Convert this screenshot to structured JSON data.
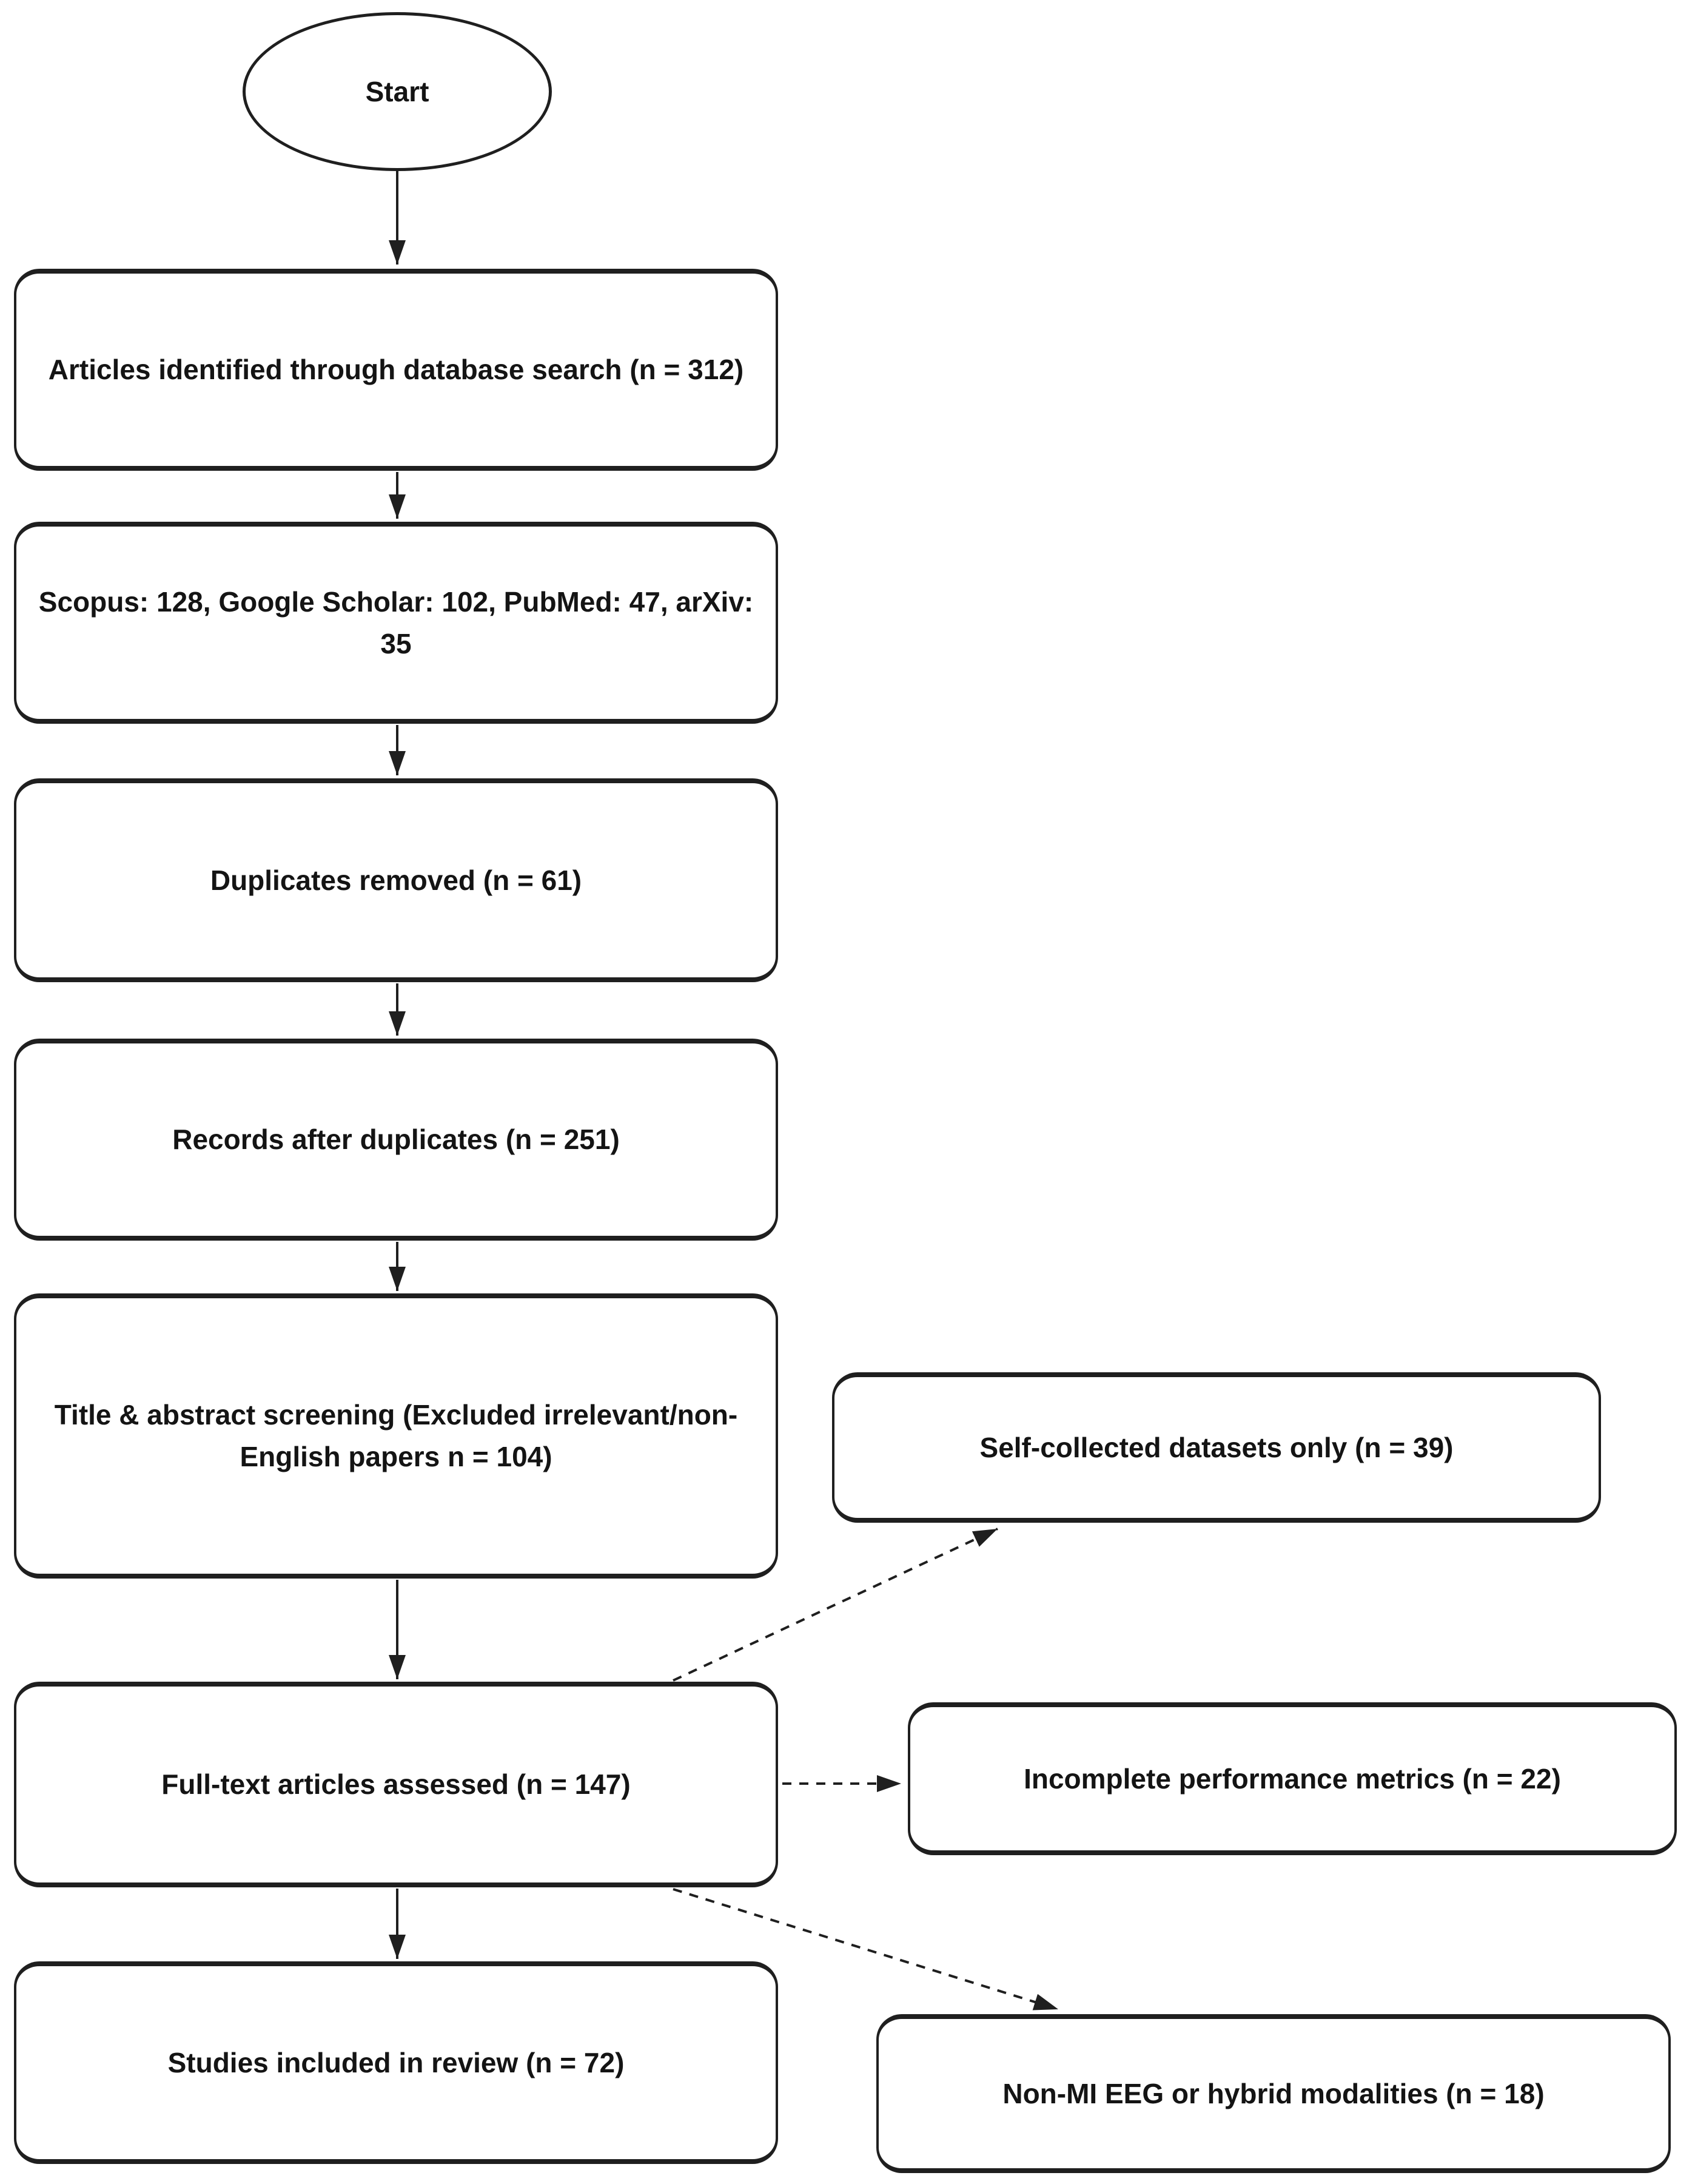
{
  "colors": {
    "line": "#1f1f1f",
    "text": "#141414",
    "background": "#ffffff"
  },
  "flowchart": {
    "start": {
      "label": "Start"
    },
    "main_path": [
      {
        "id": "identified",
        "label": "Articles identified through database search (n = 312)"
      },
      {
        "id": "sources",
        "label": "Scopus: 128, Google Scholar: 102, PubMed: 47, arXiv: 35"
      },
      {
        "id": "duplicates_removed",
        "label": "Duplicates removed (n = 61)"
      },
      {
        "id": "after_duplicates",
        "label": "Records after duplicates (n = 251)"
      },
      {
        "id": "screening",
        "label": "Title & abstract screening (Excluded irrelevant/non-English papers n = 104)"
      },
      {
        "id": "fulltext",
        "label": "Full-text articles assessed (n = 147)"
      },
      {
        "id": "included",
        "label": "Studies included in review (n = 72)"
      }
    ],
    "exclusions": [
      {
        "id": "self_collected",
        "label": "Self-collected datasets only (n = 39)"
      },
      {
        "id": "incomplete_metrics",
        "label": "Incomplete performance metrics (n = 22)"
      },
      {
        "id": "non_mi",
        "label": "Non-MI EEG or hybrid modalities (n = 18)"
      }
    ],
    "edges": [
      {
        "from": "start",
        "to": "identified",
        "style": "solid"
      },
      {
        "from": "identified",
        "to": "sources",
        "style": "solid"
      },
      {
        "from": "sources",
        "to": "duplicates_removed",
        "style": "solid"
      },
      {
        "from": "duplicates_removed",
        "to": "after_duplicates",
        "style": "solid"
      },
      {
        "from": "after_duplicates",
        "to": "screening",
        "style": "solid"
      },
      {
        "from": "screening",
        "to": "fulltext",
        "style": "solid"
      },
      {
        "from": "fulltext",
        "to": "included",
        "style": "solid"
      },
      {
        "from": "fulltext",
        "to": "self_collected",
        "style": "dashed"
      },
      {
        "from": "fulltext",
        "to": "incomplete_metrics",
        "style": "dashed"
      },
      {
        "from": "fulltext",
        "to": "non_mi",
        "style": "dashed"
      }
    ]
  }
}
